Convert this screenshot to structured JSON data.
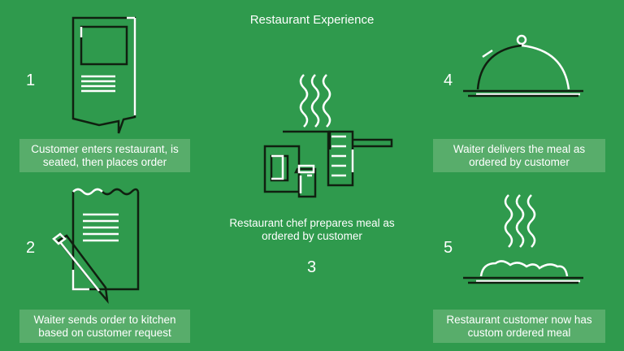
{
  "title": "Restaurant Experience",
  "steps": [
    {
      "number": "1",
      "caption_lines": [
        "Customer enters restaurant, is",
        "seated, then places order"
      ],
      "icon": "menu-card-icon"
    },
    {
      "number": "2",
      "caption_lines": [
        "Waiter sends order to kitchen",
        "based on customer request"
      ],
      "icon": "notepad-pen-icon"
    },
    {
      "number": "3",
      "caption_lines": [
        "Restaurant chef prepares meal as",
        "ordered by customer"
      ],
      "icon": "cooking-pots-icon"
    },
    {
      "number": "4",
      "caption_lines": [
        "Waiter delivers the meal as",
        "ordered by customer"
      ],
      "icon": "serving-cloche-icon"
    },
    {
      "number": "5",
      "caption_lines": [
        "Restaurant customer now has",
        "custom ordered meal"
      ],
      "icon": "served-plate-icon"
    }
  ],
  "colors": {
    "background": "#2f9a4d",
    "caption_box": "#58ad6b",
    "line_dark": "#102010",
    "line_light": "#ffffff"
  }
}
